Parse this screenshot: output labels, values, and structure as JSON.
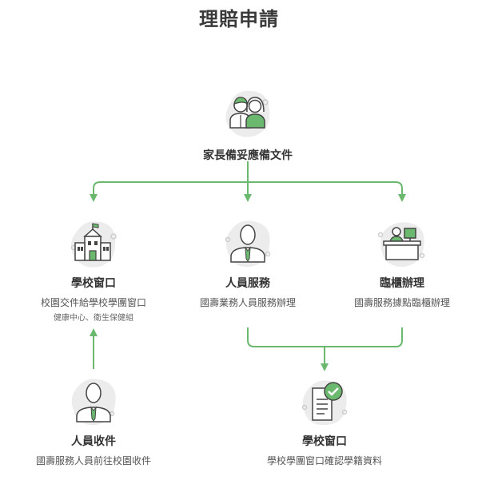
{
  "title": "理賠申請",
  "parent": {
    "label": "家長備妥應備文件"
  },
  "school_window": {
    "title": "學校窗口",
    "desc": "校園交件給學校學團窗口",
    "sub": "健康中心、衛生保健組"
  },
  "staff_service": {
    "title": "人員服務",
    "desc": "國壽業務人員服務辦理"
  },
  "counter": {
    "title": "臨櫃辦理",
    "desc": "國壽服務據點臨櫃辦理"
  },
  "staff_pickup": {
    "title": "人員收件",
    "desc": "國壽服務人員前往校園收件"
  },
  "school_confirm": {
    "title": "學校窗口",
    "desc": "學校學團窗口確認學籍資料"
  },
  "colors": {
    "accent": "#6bb96f",
    "blob": "#ececec",
    "outline": "#444444"
  }
}
